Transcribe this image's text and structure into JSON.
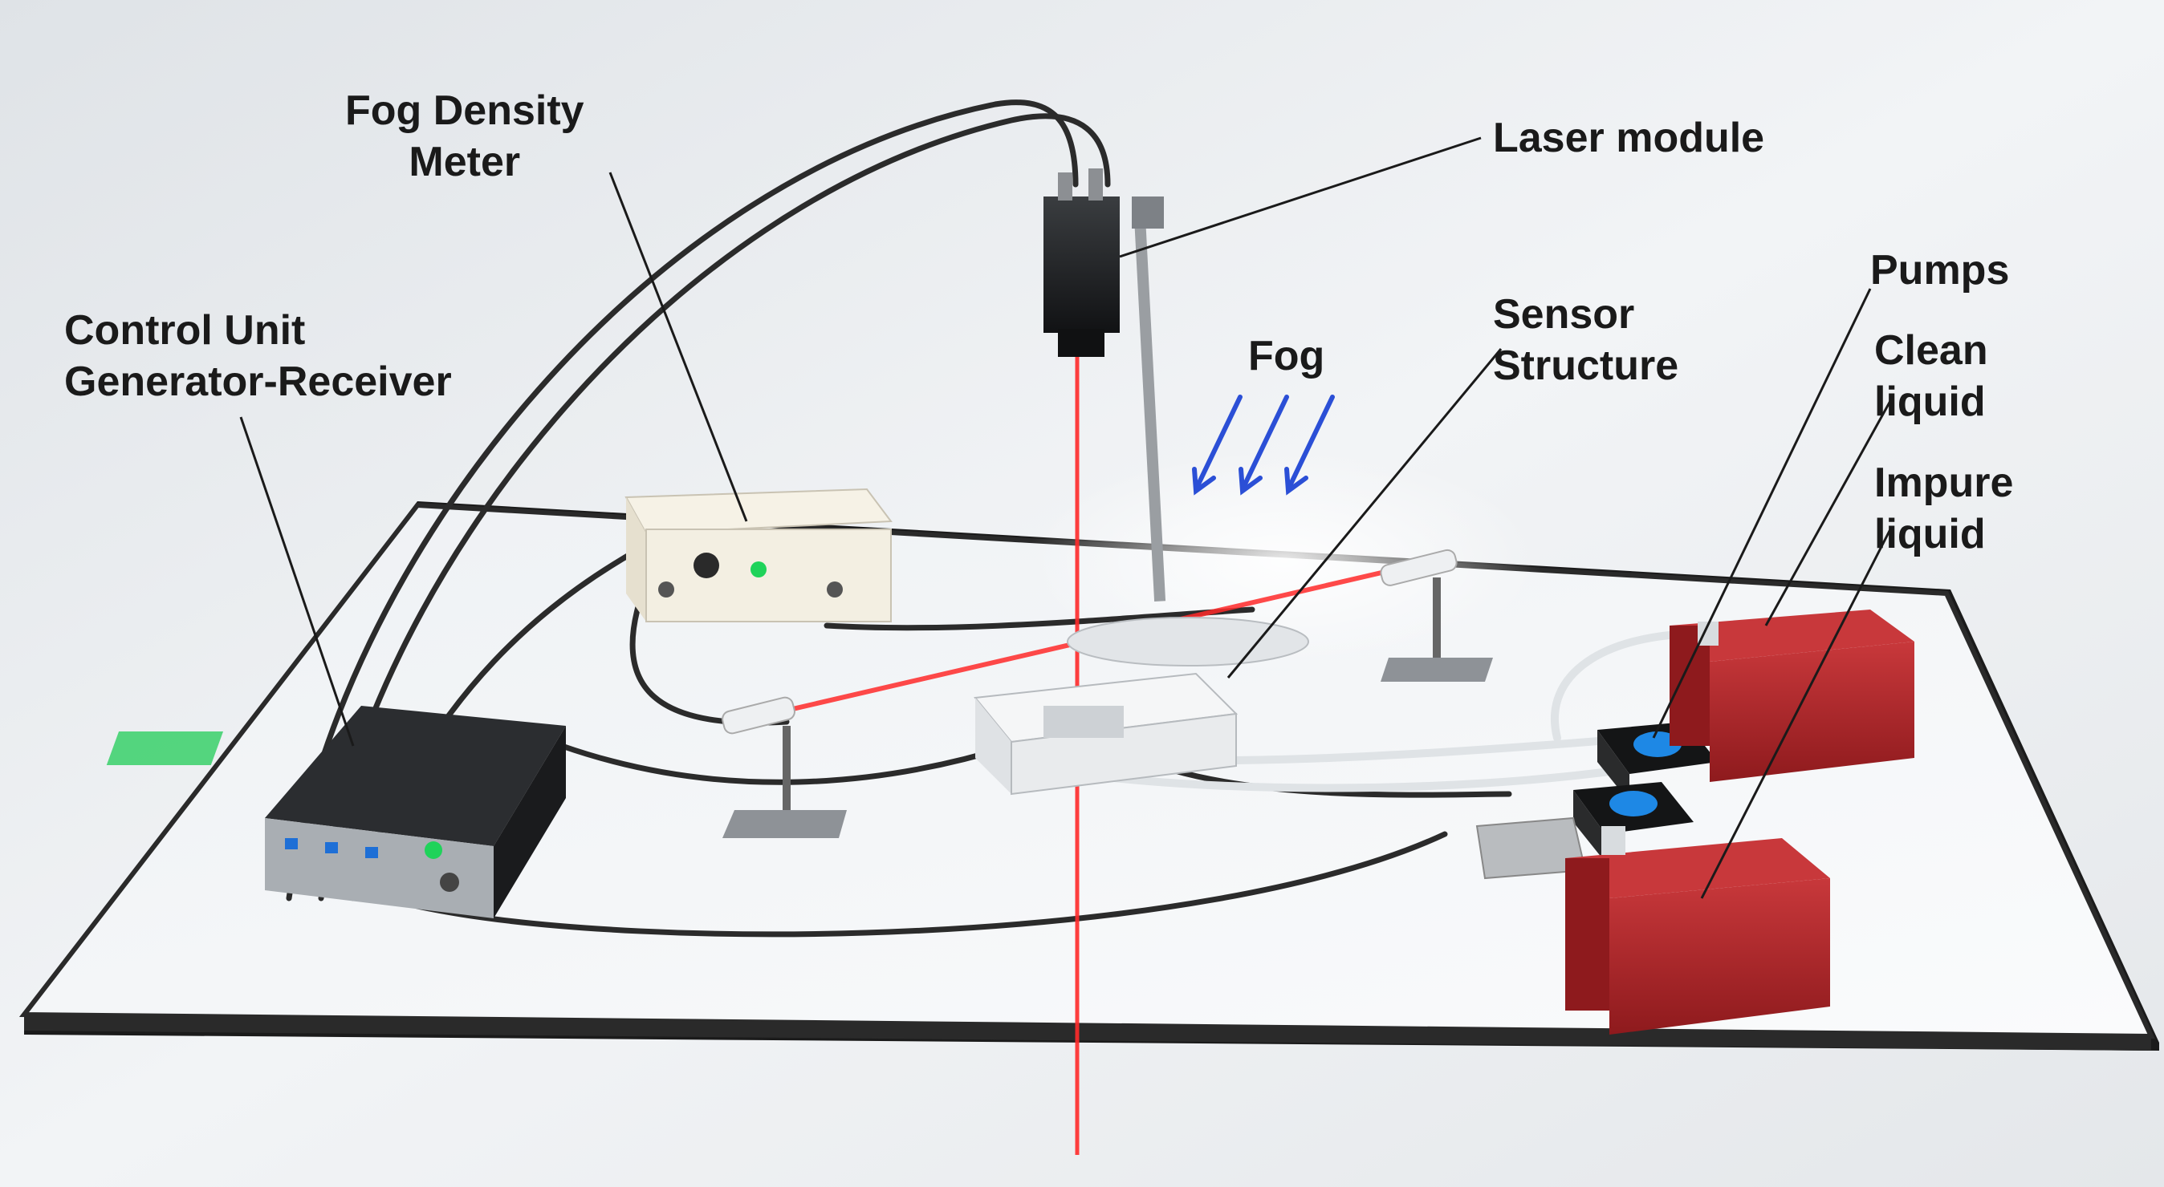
{
  "labels": {
    "fog_density_meter": [
      "Fog Density",
      "Meter"
    ],
    "laser_module": "Laser module",
    "control_unit": [
      "Control Unit",
      "Generator-Receiver"
    ],
    "fog": "Fog",
    "sensor_structure": [
      "Sensor",
      "Structure"
    ],
    "pumps": "Pumps",
    "clean_liquid": [
      "Clean",
      "liquid"
    ],
    "impure_liquid": [
      "Impure",
      "liquid"
    ]
  },
  "colors": {
    "background": "#e9ecef",
    "table_surface": "#f4f6f8",
    "laser": "#ff2a2a",
    "fog_arrows": "#2b4fd6",
    "tank_red": "#b3262a",
    "pump_blue": "#1e88e5",
    "indicator_green": "#1fd35a",
    "display_green": "#38d06a",
    "cable": "#2b2b2b"
  }
}
